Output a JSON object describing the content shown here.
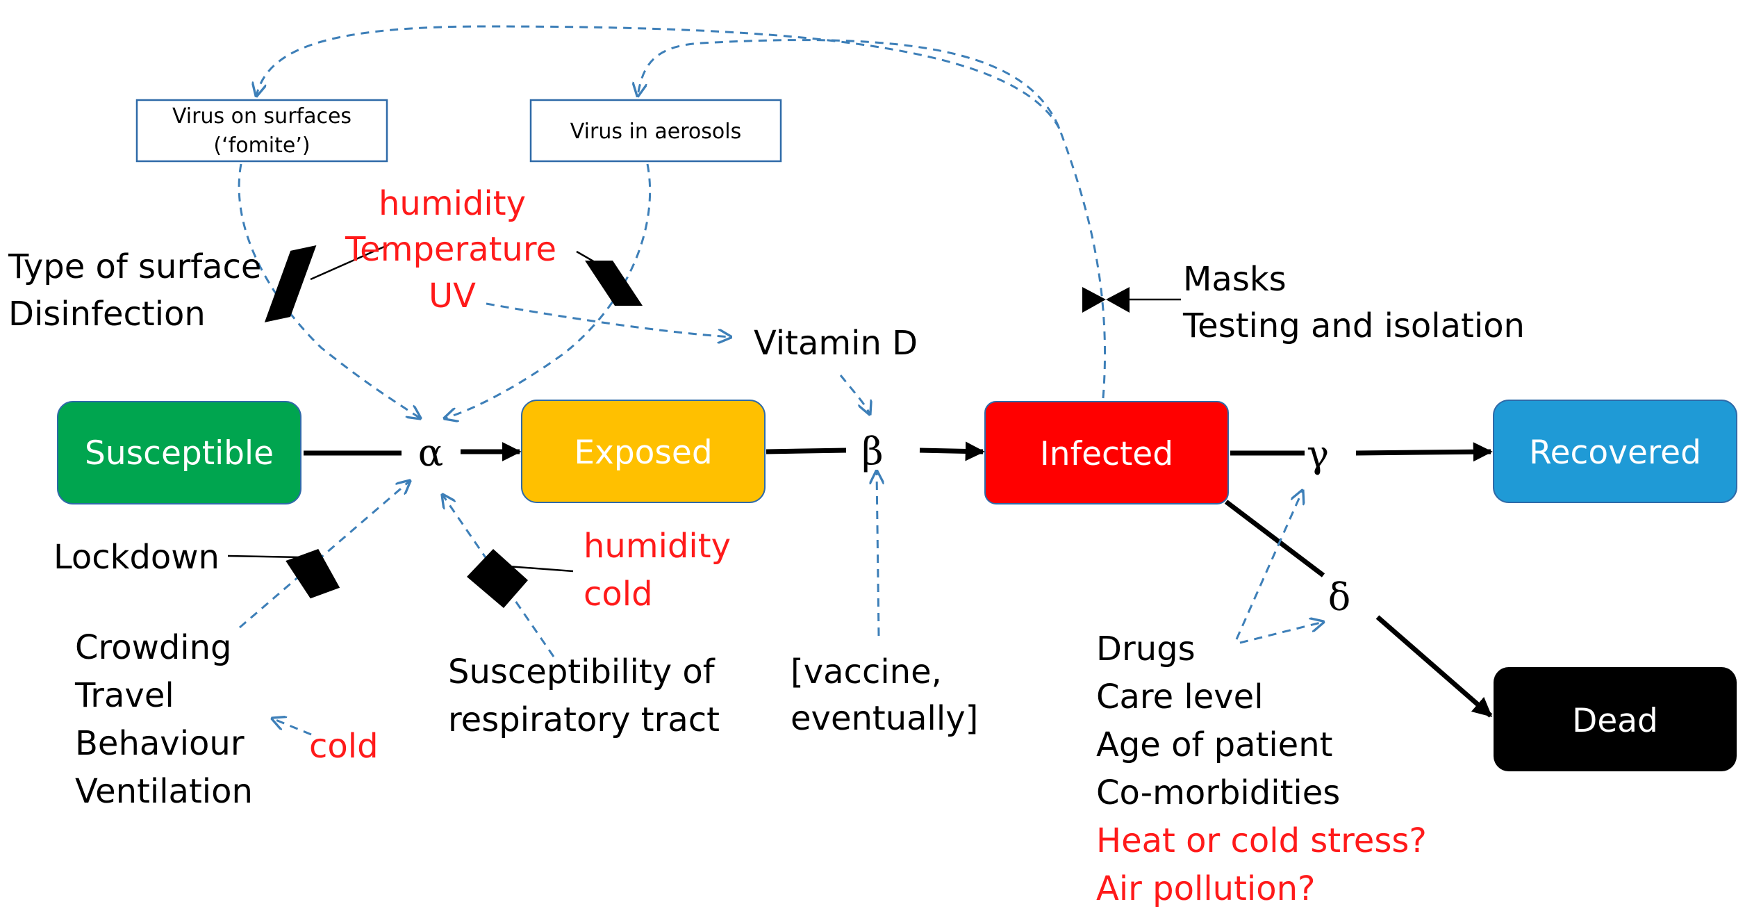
{
  "compartments": {
    "susceptible": "Susceptible",
    "exposed": "Exposed",
    "infected": "Infected",
    "recovered": "Recovered",
    "dead": "Dead"
  },
  "rates": {
    "alpha": "α",
    "beta": "β",
    "gamma": "γ",
    "delta": "δ"
  },
  "reservoirs": {
    "surfaces_line1": "Virus on surfaces",
    "surfaces_line2": "(‘fomite’)",
    "aerosols": "Virus in aerosols"
  },
  "factors": {
    "surface": [
      "Type of surface",
      "Disinfection"
    ],
    "environment": [
      "humidity",
      "Temperature",
      "UV"
    ],
    "vitamin_d": "Vitamin D",
    "masks": [
      "Masks",
      "Testing and isolation"
    ],
    "lockdown": "Lockdown",
    "crowding": [
      "Crowding",
      "Travel",
      "Behaviour",
      "Ventilation"
    ],
    "crowding_cold": "cold",
    "resp_climate": [
      "humidity",
      "cold"
    ],
    "susceptibility": [
      "Susceptibility of",
      "respiratory tract"
    ],
    "vaccine": [
      "[vaccine,",
      "eventually]"
    ],
    "patient": [
      "Drugs",
      "Care level",
      "Age of patient",
      "Co-morbidities"
    ],
    "patient_red": [
      "Heat or cold stress?",
      "Air pollution?"
    ]
  },
  "colors": {
    "susceptible": "#00a54f",
    "exposed": "#ffc000",
    "infected": "#ff0000",
    "recovered": "#1f9ad6",
    "dead": "#000000",
    "climate_text": "#ff1a1a",
    "dashed_arrow": "#3d7fb8"
  }
}
